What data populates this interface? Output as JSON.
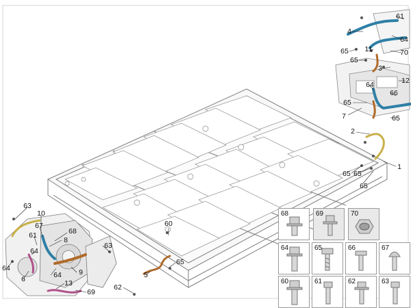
{
  "diagram": {
    "callouts": [
      {
        "id": "c61a",
        "label": "61"
      },
      {
        "id": "c4a",
        "label": "4"
      },
      {
        "id": "c64a",
        "label": "64"
      },
      {
        "id": "c70",
        "label": "70"
      },
      {
        "id": "c65a",
        "label": "65"
      },
      {
        "id": "c11",
        "label": "11"
      },
      {
        "id": "c65b",
        "label": "65"
      },
      {
        "id": "c3",
        "label": "3"
      },
      {
        "id": "c12",
        "label": "12"
      },
      {
        "id": "c64b",
        "label": "64"
      },
      {
        "id": "c66",
        "label": "66"
      },
      {
        "id": "c65c",
        "label": "65"
      },
      {
        "id": "c7",
        "label": "7"
      },
      {
        "id": "c65d",
        "label": "65"
      },
      {
        "id": "c2",
        "label": "2"
      },
      {
        "id": "c1",
        "label": "1"
      },
      {
        "id": "c65e",
        "label": "65"
      },
      {
        "id": "c65f",
        "label": "65"
      },
      {
        "id": "c65g",
        "label": "65"
      },
      {
        "id": "c60",
        "label": "60"
      },
      {
        "id": "c63a",
        "label": "63"
      },
      {
        "id": "c10",
        "label": "10"
      },
      {
        "id": "c67",
        "label": "67"
      },
      {
        "id": "c68",
        "label": "68"
      },
      {
        "id": "c61b",
        "label": "61"
      },
      {
        "id": "c8",
        "label": "8"
      },
      {
        "id": "c64c",
        "label": "64"
      },
      {
        "id": "c64d",
        "label": "64"
      },
      {
        "id": "c6",
        "label": "6"
      },
      {
        "id": "c64e",
        "label": "64"
      },
      {
        "id": "c63b",
        "label": "63"
      },
      {
        "id": "c9",
        "label": "9"
      },
      {
        "id": "c13",
        "label": "13"
      },
      {
        "id": "c69",
        "label": "69"
      },
      {
        "id": "c65h",
        "label": "65"
      },
      {
        "id": "c5",
        "label": "5"
      },
      {
        "id": "c62",
        "label": "62"
      }
    ]
  },
  "fastener_legend": {
    "tiles": [
      {
        "num": "68",
        "type": "bolt-flange",
        "grey": false
      },
      {
        "num": "69",
        "type": "bolt-flange",
        "grey": true
      },
      {
        "num": "70",
        "type": "nut-hex",
        "grey": true
      },
      {
        "num": "64",
        "type": "bolt-flange-long",
        "grey": false
      },
      {
        "num": "65",
        "type": "clip-stud",
        "grey": false
      },
      {
        "num": "66",
        "type": "stud-pin",
        "grey": false
      },
      {
        "num": "67",
        "type": "bolt-dome",
        "grey": false
      },
      {
        "num": "60",
        "type": "bolt-flange-long",
        "grey": false
      },
      {
        "num": "61",
        "type": "bolt-thin",
        "grey": false
      },
      {
        "num": "62",
        "type": "bolt-flange",
        "grey": false
      },
      {
        "num": "63",
        "type": "bolt-thin",
        "grey": false
      }
    ]
  },
  "colors": {
    "line": "#7d7d7d",
    "tray_fill": "#f7f7f7",
    "module_fill": "#ffffff",
    "hose_blue": "#2f7fa6",
    "hose_orange": "#b06a2a",
    "hose_yellow": "#c8b048",
    "hose_pink": "#b0508a",
    "frame_grey": "#cfcfcf",
    "tile_grey": "#e9e9e9"
  }
}
